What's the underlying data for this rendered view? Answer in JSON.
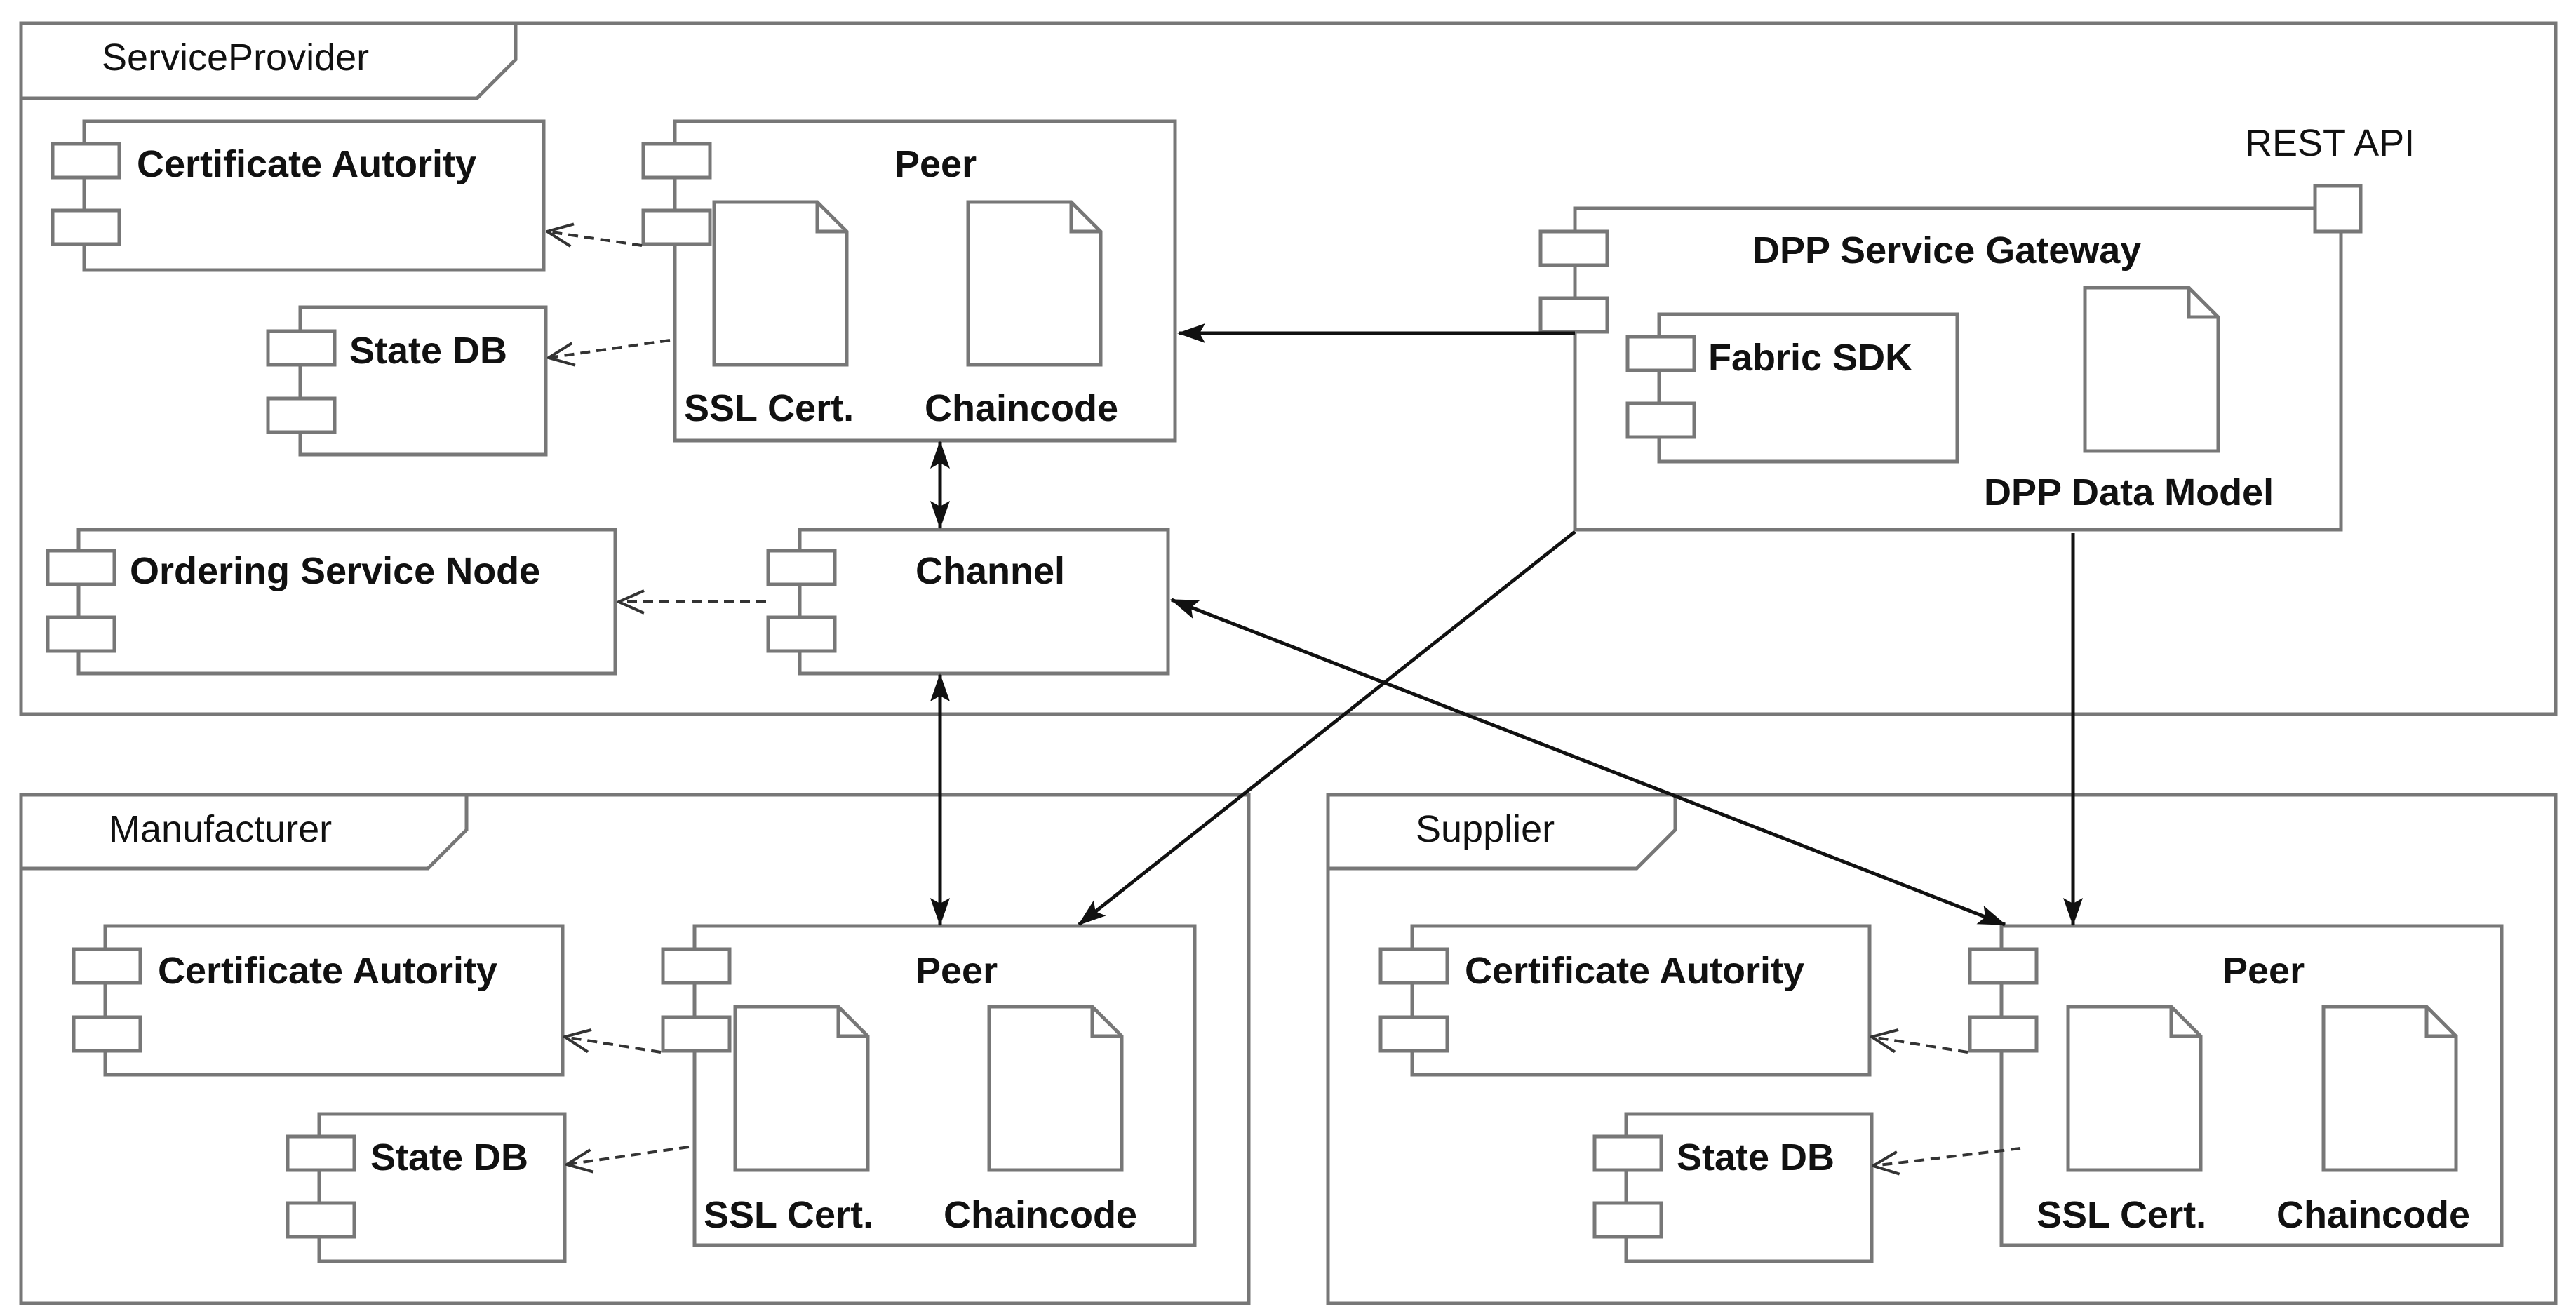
{
  "colors": {
    "stroke": "#777777",
    "arrow": "#111111",
    "background": "#ffffff"
  },
  "service_provider": {
    "title": "ServiceProvider",
    "certificate_authority": "Certificate Autority",
    "state_db": "State DB",
    "ordering_service_node": "Ordering Service Node",
    "channel": "Channel",
    "peer": {
      "title": "Peer",
      "ssl_cert": "SSL Cert.",
      "chaincode": "Chaincode"
    },
    "gateway": {
      "title": "DPP Service Gateway",
      "fabric_sdk": "Fabric SDK",
      "data_model": "DPP Data Model",
      "rest_api": "REST API"
    }
  },
  "manufacturer": {
    "title": "Manufacturer",
    "certificate_authority": "Certificate Autority",
    "state_db": "State DB",
    "peer": {
      "title": "Peer",
      "ssl_cert": "SSL Cert.",
      "chaincode": "Chaincode"
    }
  },
  "supplier": {
    "title": "Supplier",
    "certificate_authority": "Certificate Autority",
    "state_db": "State DB",
    "peer": {
      "title": "Peer",
      "ssl_cert": "SSL Cert.",
      "chaincode": "Chaincode"
    }
  }
}
